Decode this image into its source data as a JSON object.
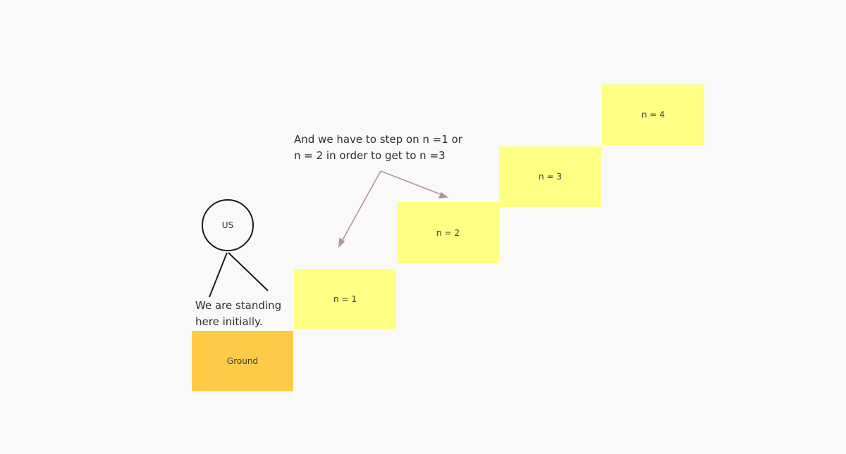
{
  "person": {
    "label": "US"
  },
  "annotations": {
    "standing": "We are standing\nhere initially.",
    "step_rule": "And we have to step on n =1 or\nn = 2 in order to get to  n =3"
  },
  "ground": {
    "label": "Ground",
    "color": "#ffcb47"
  },
  "steps": [
    {
      "label": "n = 1"
    },
    {
      "label": "n = 2"
    },
    {
      "label": "n = 3"
    },
    {
      "label": "n = 4"
    }
  ],
  "colors": {
    "step_fill": "#ffff83",
    "arrow": "#b48fa6",
    "background": "#f9f9f9"
  }
}
